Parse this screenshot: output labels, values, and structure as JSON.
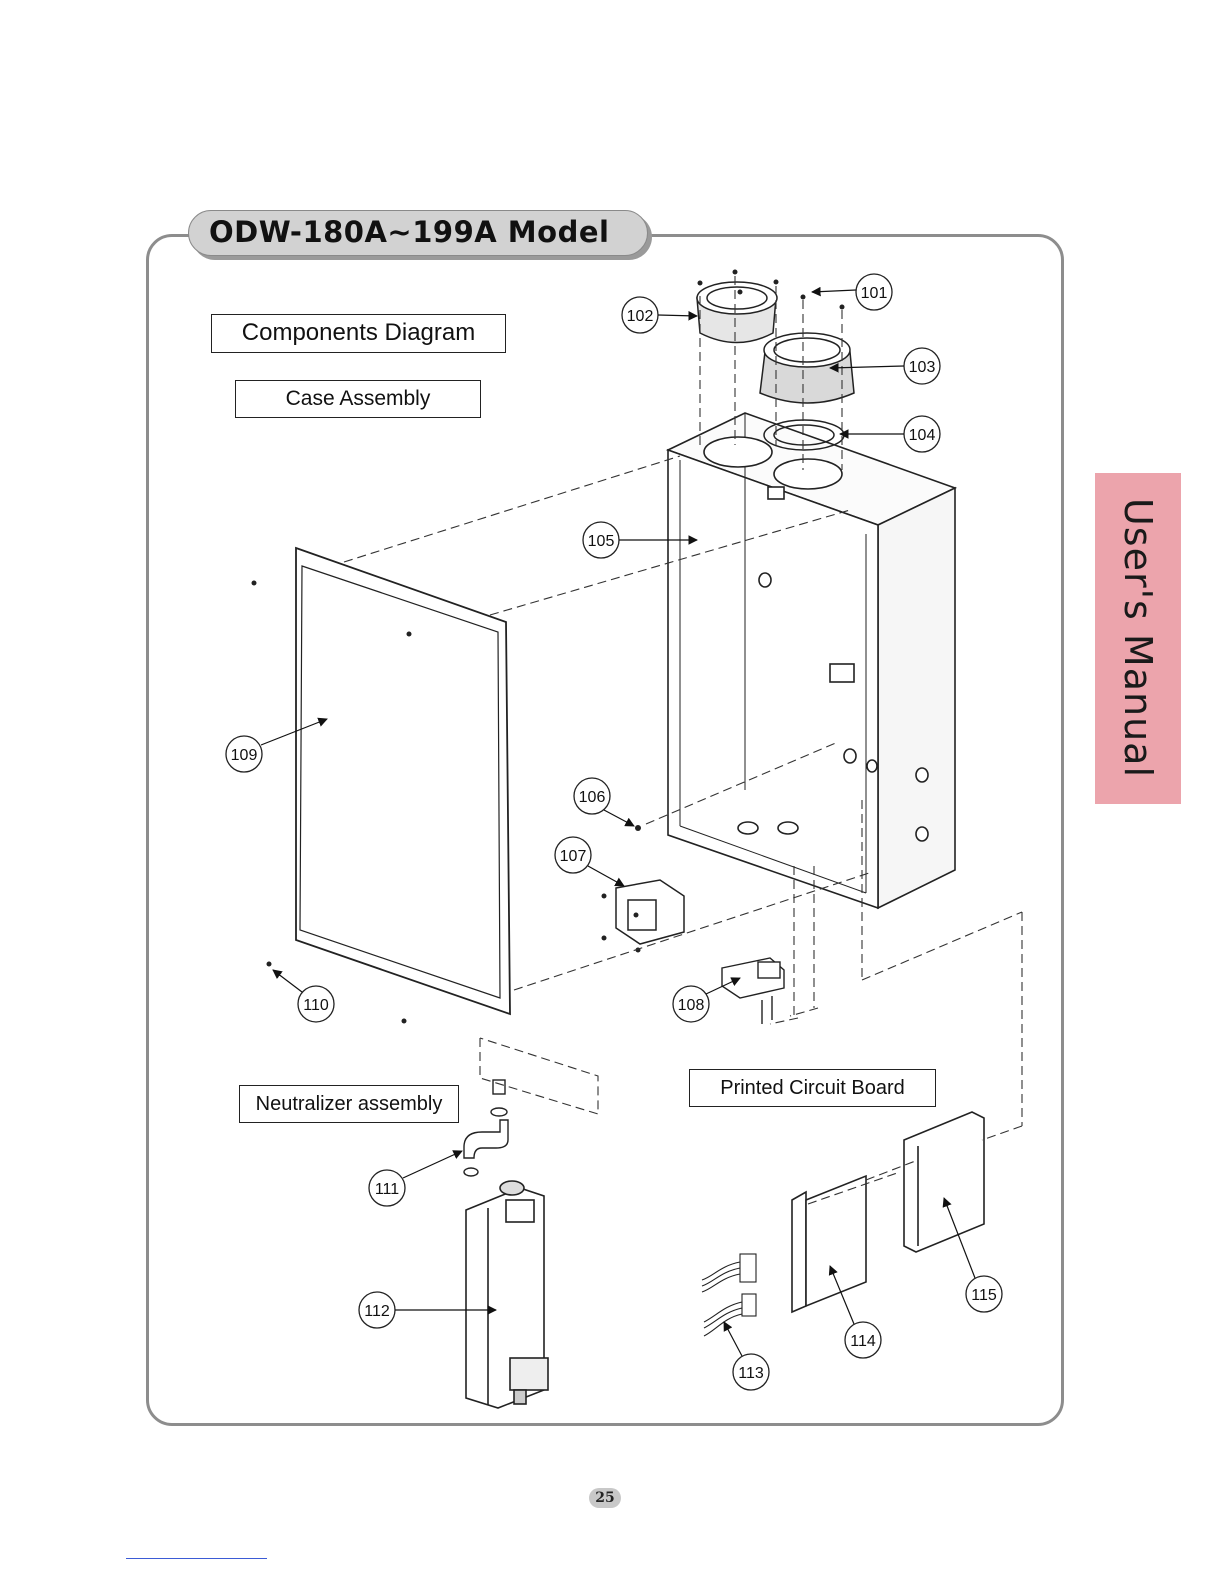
{
  "header": {
    "model_title": "ODW-180A∼199A  Model"
  },
  "labels": {
    "components_diagram": "Components  Diagram",
    "case_assembly": "Case  Assembly",
    "neutralizer_assembly": "Neutralizer  assembly",
    "printed_circuit_board": "Printed  Circuit  Board"
  },
  "callouts": [
    "101",
    "102",
    "103",
    "104",
    "105",
    "106",
    "107",
    "108",
    "109",
    "110",
    "111",
    "112",
    "113",
    "114",
    "115"
  ],
  "side_tab": {
    "text": "User's  Manual",
    "color": "#eca4ac"
  },
  "page_number": "25"
}
